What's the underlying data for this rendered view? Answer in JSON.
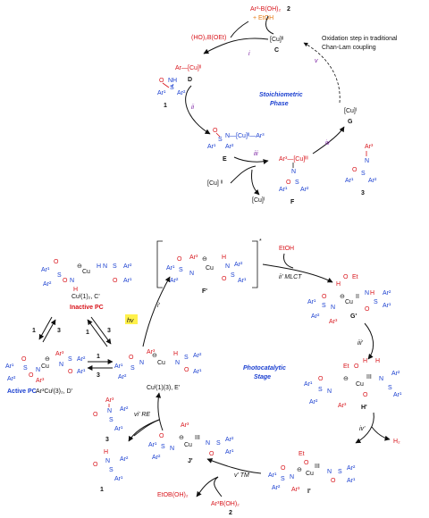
{
  "top_cycle": {
    "reagent_ar3boh2": "Ar³-B(OH)₂",
    "reagent_num": "2",
    "reagent_etoh": "+ EtOH",
    "byproduct": "(HO)₂B(OEt)",
    "cu_ii_c": "[Cu]ᴵᴵ",
    "label_c": "C",
    "step_i": "i",
    "oxidation_note_line1": "Oxidation step in traditional",
    "oxidation_note_line2": "Chan-Lam coupling",
    "step_v": "v",
    "species_d": "Ar—[Cu]ᴵᴵ",
    "label_d": "D",
    "step_ii": "ii",
    "label_1": "1",
    "stage_line1": "Stoichiometric",
    "stage_line2": "Phase",
    "cu_i_g": "[Cu]ᴵ",
    "label_g": "G",
    "species_e": "N—[Cu]ᴵᴵ—Ar³",
    "label_e": "E",
    "step_iii": "iii",
    "species_f": "Ar³—[Cu]ᴵᴵᴵ",
    "label_f": "F",
    "step_iv": "iv",
    "label_3": "3",
    "cu_ii_in": "[Cu] ᴵᴵ",
    "cu_i_out": "[Cu]ᴵ"
  },
  "bottom_cycle": {
    "ligand_1": "Cuᴵ(1)₂, C'",
    "inactive": "Inactive PC",
    "ligand_d": "Ar³Cuᴵ(3)₂, D'",
    "active": "Active PC",
    "label_e": "Cuᴵ(1)(3), E'",
    "eq_1a": "1",
    "eq_3a": "3",
    "eq_1b": "1",
    "eq_3b": "3",
    "eq_1c": "1",
    "eq_3c": "3",
    "hv": "hv",
    "step_i": "i'",
    "label_f": "F'",
    "etoh": "EtOH",
    "step_ii": "ii' MLCT",
    "label_g": "G'",
    "step_iii": "iii'",
    "stage_line1": "Photocatalytic",
    "stage_line2": "Stage",
    "label_h": "H'",
    "h2": "H₂",
    "step_iv": "iv'",
    "label_i": "I'",
    "step_v": "v'  TM",
    "etob": "EtOB(OH)₂",
    "ar3boh": "Ar³B(OH)₂",
    "label_2": "2",
    "label_j": "J'",
    "step_vi": "vi'  RE",
    "label_3": "3",
    "label_1": "1"
  }
}
